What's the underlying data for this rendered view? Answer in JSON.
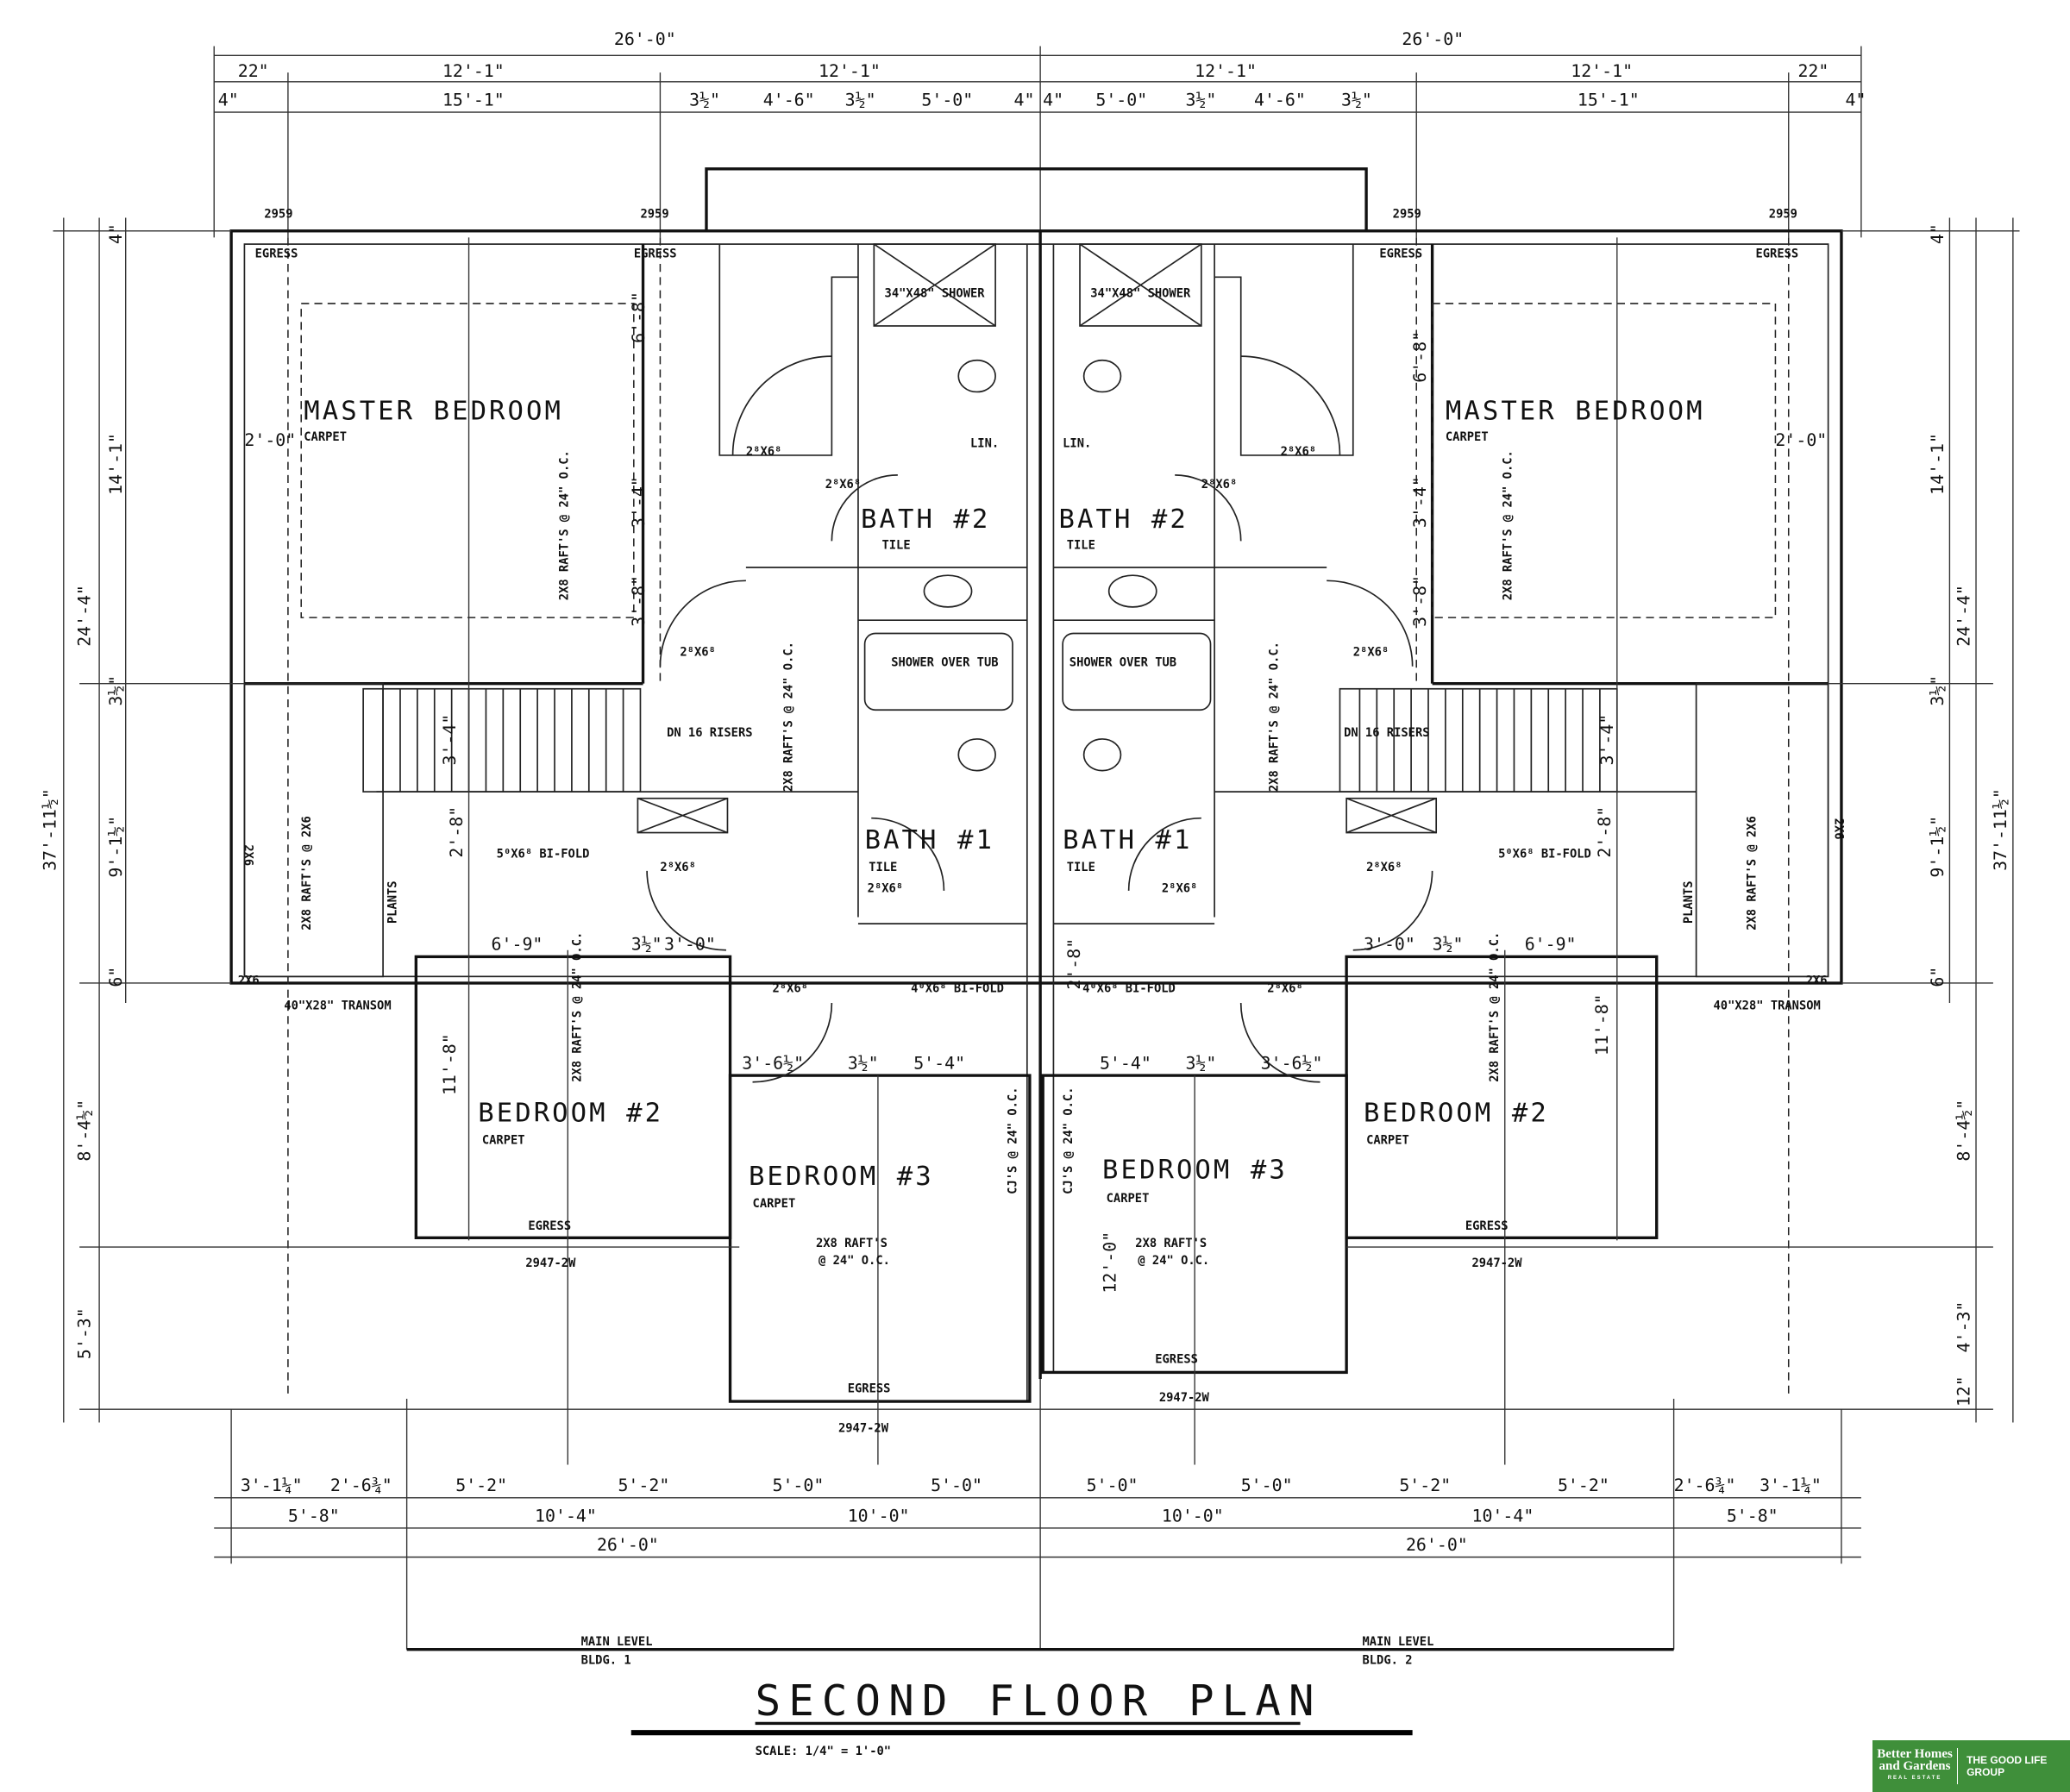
{
  "top_dims": {
    "overall": "26'-0\"",
    "row2": [
      "22\"",
      "12'-1\"",
      "12'-1\"",
      "12'-1\"",
      "12'-1\"",
      "22\""
    ],
    "row3": [
      "4\"",
      "15'-1\"",
      "3½\"",
      "4'-6\"",
      "3½\"",
      "5'-0\"",
      "4\"",
      "4\"",
      "5'-0\"",
      "3½\"",
      "4'-6\"",
      "3½\"",
      "15'-1\"",
      "4\""
    ]
  },
  "bottom_dims": {
    "row1": [
      "3'-1¼\"",
      "2'-6¾\"",
      "5'-2\"",
      "5'-2\"",
      "5'-0\"",
      "5'-0\"",
      "5'-0\"",
      "5'-0\"",
      "5'-2\"",
      "5'-2\"",
      "2'-6¾\"",
      "3'-1¼\""
    ],
    "row2": [
      "5'-8\"",
      "10'-4\"",
      "10'-0\"",
      "10'-0\"",
      "10'-4\"",
      "5'-8\""
    ],
    "overall": "26'-0\""
  },
  "side_dims": {
    "overall": "37'-11½\"",
    "mid": [
      "24'-4\"",
      "8'-4½\"",
      "5'-3\"",
      "4'-3\"",
      "12\""
    ],
    "inner": [
      "4\"",
      "14'-1\"",
      "3½\"",
      "9'-1½\"",
      "6\""
    ]
  },
  "rooms": {
    "master": "MASTER BEDROOM",
    "bath2": "BATH #2",
    "bath1": "BATH #1",
    "bed2": "BEDROOM #2",
    "bed3": "BEDROOM #3",
    "carpet": "CARPET",
    "tile": "TILE",
    "lin": "LIN.",
    "shower": "34\"X48\" SHOWER",
    "shower_tub": "SHOWER OVER TUB",
    "stairs": "DN 16 RISERS",
    "plants": "PLANTS"
  },
  "notes": {
    "egress": "EGRESS",
    "win_2959": "2959",
    "win_2947": "2947-2W",
    "transom": "40\"X28\" TRANSOM",
    "door_2868": "2⁸X6⁸",
    "bifold_5": "5⁰X6⁸ BI-FOLD",
    "bifold_4": "4⁰X6⁸ BI-FOLD",
    "rafts_cj": "2X8 RAFT'S @ 24\" O.C.",
    "cj": "CJ'S @ 24\" O.C.",
    "rafts_2x6": "2X8 RAFT'S @ 2X6",
    "rafts": "2X8 RAFT'S",
    "oc": "@ 24\" O.C.",
    "d2x6": "2X6",
    "m_2_0": "2'-0\"",
    "m_6_8": "6'-8\"",
    "m_3_4": "3'-4\"",
    "m_3_8": "3'-8\"",
    "m_6_9": "6'-9\"",
    "m_3_0": "3'-0\"",
    "m_11_8": "11'-8\"",
    "m_5_4": "5'-4\"",
    "m_3_6": "3'-6½\"",
    "m_12_0": "12'-0\"",
    "m_2_8": "2'-8\"",
    "half": "3½\""
  },
  "levels": {
    "left": "MAIN LEVEL",
    "left_b": "BLDG. 1",
    "right": "MAIN LEVEL",
    "right_b": "BLDG. 2"
  },
  "title": "SECOND FLOOR PLAN",
  "scale": "SCALE: 1/4\" = 1'-0\"",
  "logo": {
    "brand": "Better Homes and Gardens",
    "sub": "REAL ESTATE",
    "group": "THE GOOD LIFE GROUP"
  }
}
